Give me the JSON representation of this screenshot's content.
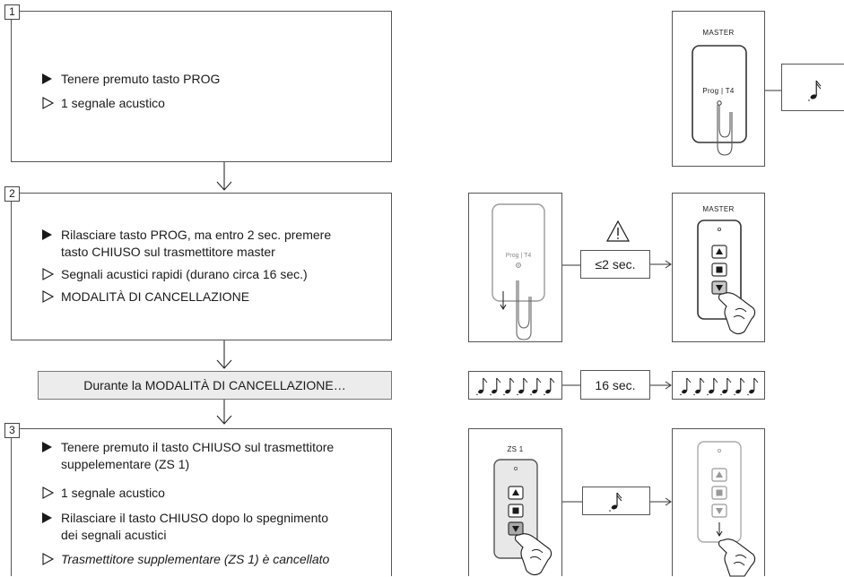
{
  "steps": [
    {
      "number": "1",
      "lines": [
        {
          "bullet": "solid",
          "text": "Tenere premuto tasto PROG"
        },
        {
          "bullet": "open",
          "text": "1 segnale acustico"
        }
      ]
    },
    {
      "number": "2",
      "lines": [
        {
          "bullet": "solid",
          "text": "Rilasciare tasto PROG, ma entro 2 sec. premere"
        },
        {
          "bullet": "none",
          "text": "tasto CHIUSO sul trasmettitore master"
        },
        {
          "bullet": "open",
          "text": "Segnali acustici rapidi (durano circa 16 sec.)"
        },
        {
          "bullet": "open",
          "text": "MODALITÀ DI CANCELLAZIONE"
        }
      ]
    },
    {
      "number": "3",
      "lines": [
        {
          "bullet": "solid",
          "text": "Tenere premuto il tasto CHIUSO sul trasmettitore"
        },
        {
          "bullet": "none",
          "text": "suppelementare (ZS 1)"
        },
        {
          "bullet": "open",
          "text": "1 segnale acustico"
        },
        {
          "bullet": "solid",
          "text": "Rilasciare il tasto CHIUSO dopo lo spegnimento"
        },
        {
          "bullet": "none",
          "text": "dei segnali acustici"
        },
        {
          "bullet": "open",
          "text": "Trasmettitore supplementare (ZS 1) è cancellato",
          "italic": true
        }
      ]
    }
  ],
  "banner": "Durante la MODALITÀ DI CANCELLAZIONE…",
  "figures": {
    "master_label": "MASTER",
    "prog_label": "Prog | T4",
    "zs_label": "ZS 1",
    "time_short": "≤2 sec.",
    "time_long": "16 sec.",
    "warning_icon": "warning-triangle-icon",
    "note_icon": "music-note-icon"
  }
}
